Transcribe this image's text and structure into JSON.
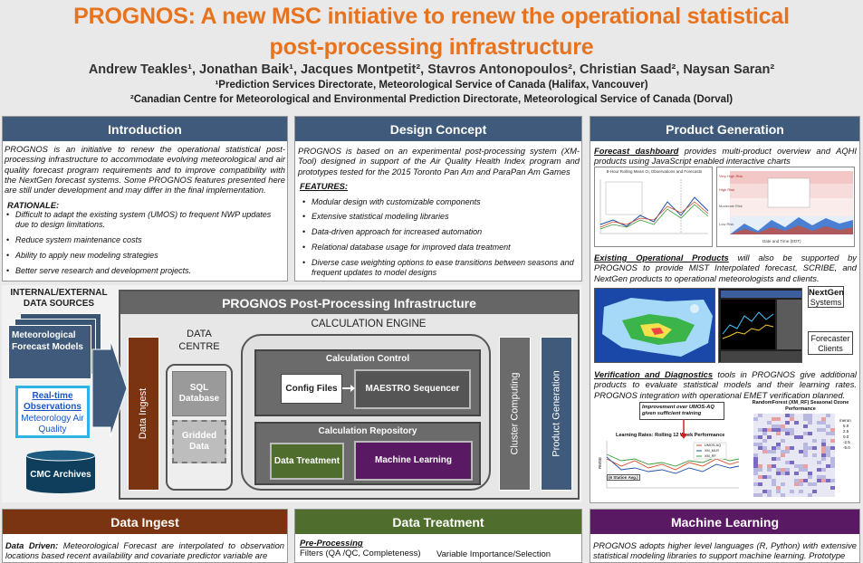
{
  "title_line1": "PROGNOS: A new MSC initiative to renew the operational statistical",
  "title_line2": "post-processing infrastructure",
  "authors": "Andrew Teakles¹, Jonathan Baik¹, Jacques Montpetit², Stavros Antonopoulos², Christian Saad², Naysan Saran²",
  "affil1": "¹Prediction Services Directorate, Meteorological Service of Canada (Halifax, Vancouver)",
  "affil2": "²Canadian Centre for Meteorological and Environmental Prediction Directorate, Meteorological Service of Canada (Dorval)",
  "intro": {
    "header": "Introduction",
    "body": "PROGNOS is an initiative to renew the operational statistical post-processing infrastructure to accommodate evolving meteorological and air quality forecast program requirements and to improve compatibility with the NextGen forecast systems. Some PROGNOS features presented here are still under development and may differ in the final implementation.",
    "rationale": "RATIONALE:",
    "bullets": [
      "Difficult to adapt the existing system (UMOS) to frequent NWP updates due to design limitations.",
      "Reduce system maintenance costs",
      "Ability to apply new modeling strategies",
      "Better serve research and development projects."
    ]
  },
  "design": {
    "header": "Design Concept",
    "body": "PROGNOS is based on an experimental post-processing system (XM-Tool) designed in support of the Air Quality Health Index program and prototypes tested for the 2015 Toronto Pan Am and ParaPan Am Games",
    "features": "FEATURES:",
    "bullets": [
      "Modular design with customizable components",
      "Extensive statistical modeling libraries",
      "Data-driven approach for increased automation",
      "Relational database usage for improved data treatment",
      "Diverse case weighting options to ease transitions between seasons and frequent updates to model designs"
    ]
  },
  "infra": {
    "header": "PROGNOS Post-Processing Infrastructure",
    "sources_title": "INTERNAL/EXTERNAL DATA SOURCES",
    "met": "Meteorological Forecast Models",
    "rt_link": "Real-time Observations",
    "rt_rest": "Meteorology Air Quality",
    "cmc": "CMC Archives",
    "ingest": "Data Ingest",
    "datacentre": "DATA CENTRE",
    "sql": "SQL Database",
    "gridded": "Gridded Data",
    "calc_engine": "CALCULATION ENGINE",
    "calc_control": "Calculation Control",
    "config": "Config Files",
    "maestro": "MAESTRO Sequencer",
    "calc_repo": "Calculation Repository",
    "treatment": "Data Treatment",
    "ml": "Machine Learning",
    "cluster": "Cluster Computing",
    "product": "Product Generation"
  },
  "product": {
    "header": "Product Generation",
    "p1_link": "Forecast dashboard",
    "p1": " provides multi-product overview and AQHI products using JavaScript enabled interactive charts",
    "p2_link": "Existing Operational Products",
    "p2": " will also be supported by PROGNOS to provide MIST Interpolated forecast, SCRIBE, and NextGen products to operational meteorologists and clients.",
    "p3_link": "Verification and Diagnostics",
    "p3": " tools in PROGNOS give additional products to evaluate statistical models and their learning rates. PROGNOS integration with operational EMET verification planned.",
    "nextgen": "NextGen",
    "systems": "Systems",
    "forecaster": "Forecaster Clients",
    "chart1_title": "8-Hour Rolling Mean O₃ Observations and Forecasts",
    "chart2_title": "Date and Time (EDT)",
    "improve": "Improvement over UMOS-AQ given sufficient training",
    "lr_title": "Learning Rates: Rolling 12 Week Performance",
    "rf_title": "RandomForest (XM_RF) Seasonal Ozone Performance",
    "station": "(6 Station Avg.)",
    "rmse": "RMSE",
    "legend": [
      "UMOS-AQ",
      "XM_MLR",
      "XM_RF"
    ],
    "mid_label": "meron",
    "rf_scale": [
      "5.0",
      "2.5",
      "0.0",
      "-2.5",
      "-5.0"
    ],
    "c2_labels": [
      "Very High Risk",
      "High Risk",
      "Moderate Risk",
      "Low Risk"
    ]
  },
  "ingest_sec": {
    "header": "Data Ingest",
    "lead": "Data Driven:",
    "body": " Meteorological Forecast are interpolated to observation locations based recent availability and covariate predictor variable are"
  },
  "treat_sec": {
    "header": "Data Treatment",
    "sub": "Pre-Processing",
    "item1": "Filters (QA /QC, Completeness)",
    "item2": "Variable Importance/Selection"
  },
  "ml_sec": {
    "header": "Machine Learning",
    "body": "PROGNOS adopts higher level languages (R, Python) with extensive statistical modeling libraries to support machine learning. Prototype"
  },
  "colors": {
    "orange": "#e8731e",
    "slate": "#3f5a7a",
    "brown": "#7b3412",
    "olive": "#4f6d2c",
    "purple": "#5a1a63",
    "darkgray": "#4b4b4b",
    "calcgray": "#5c5c5c",
    "blue": "#2e64b7"
  }
}
